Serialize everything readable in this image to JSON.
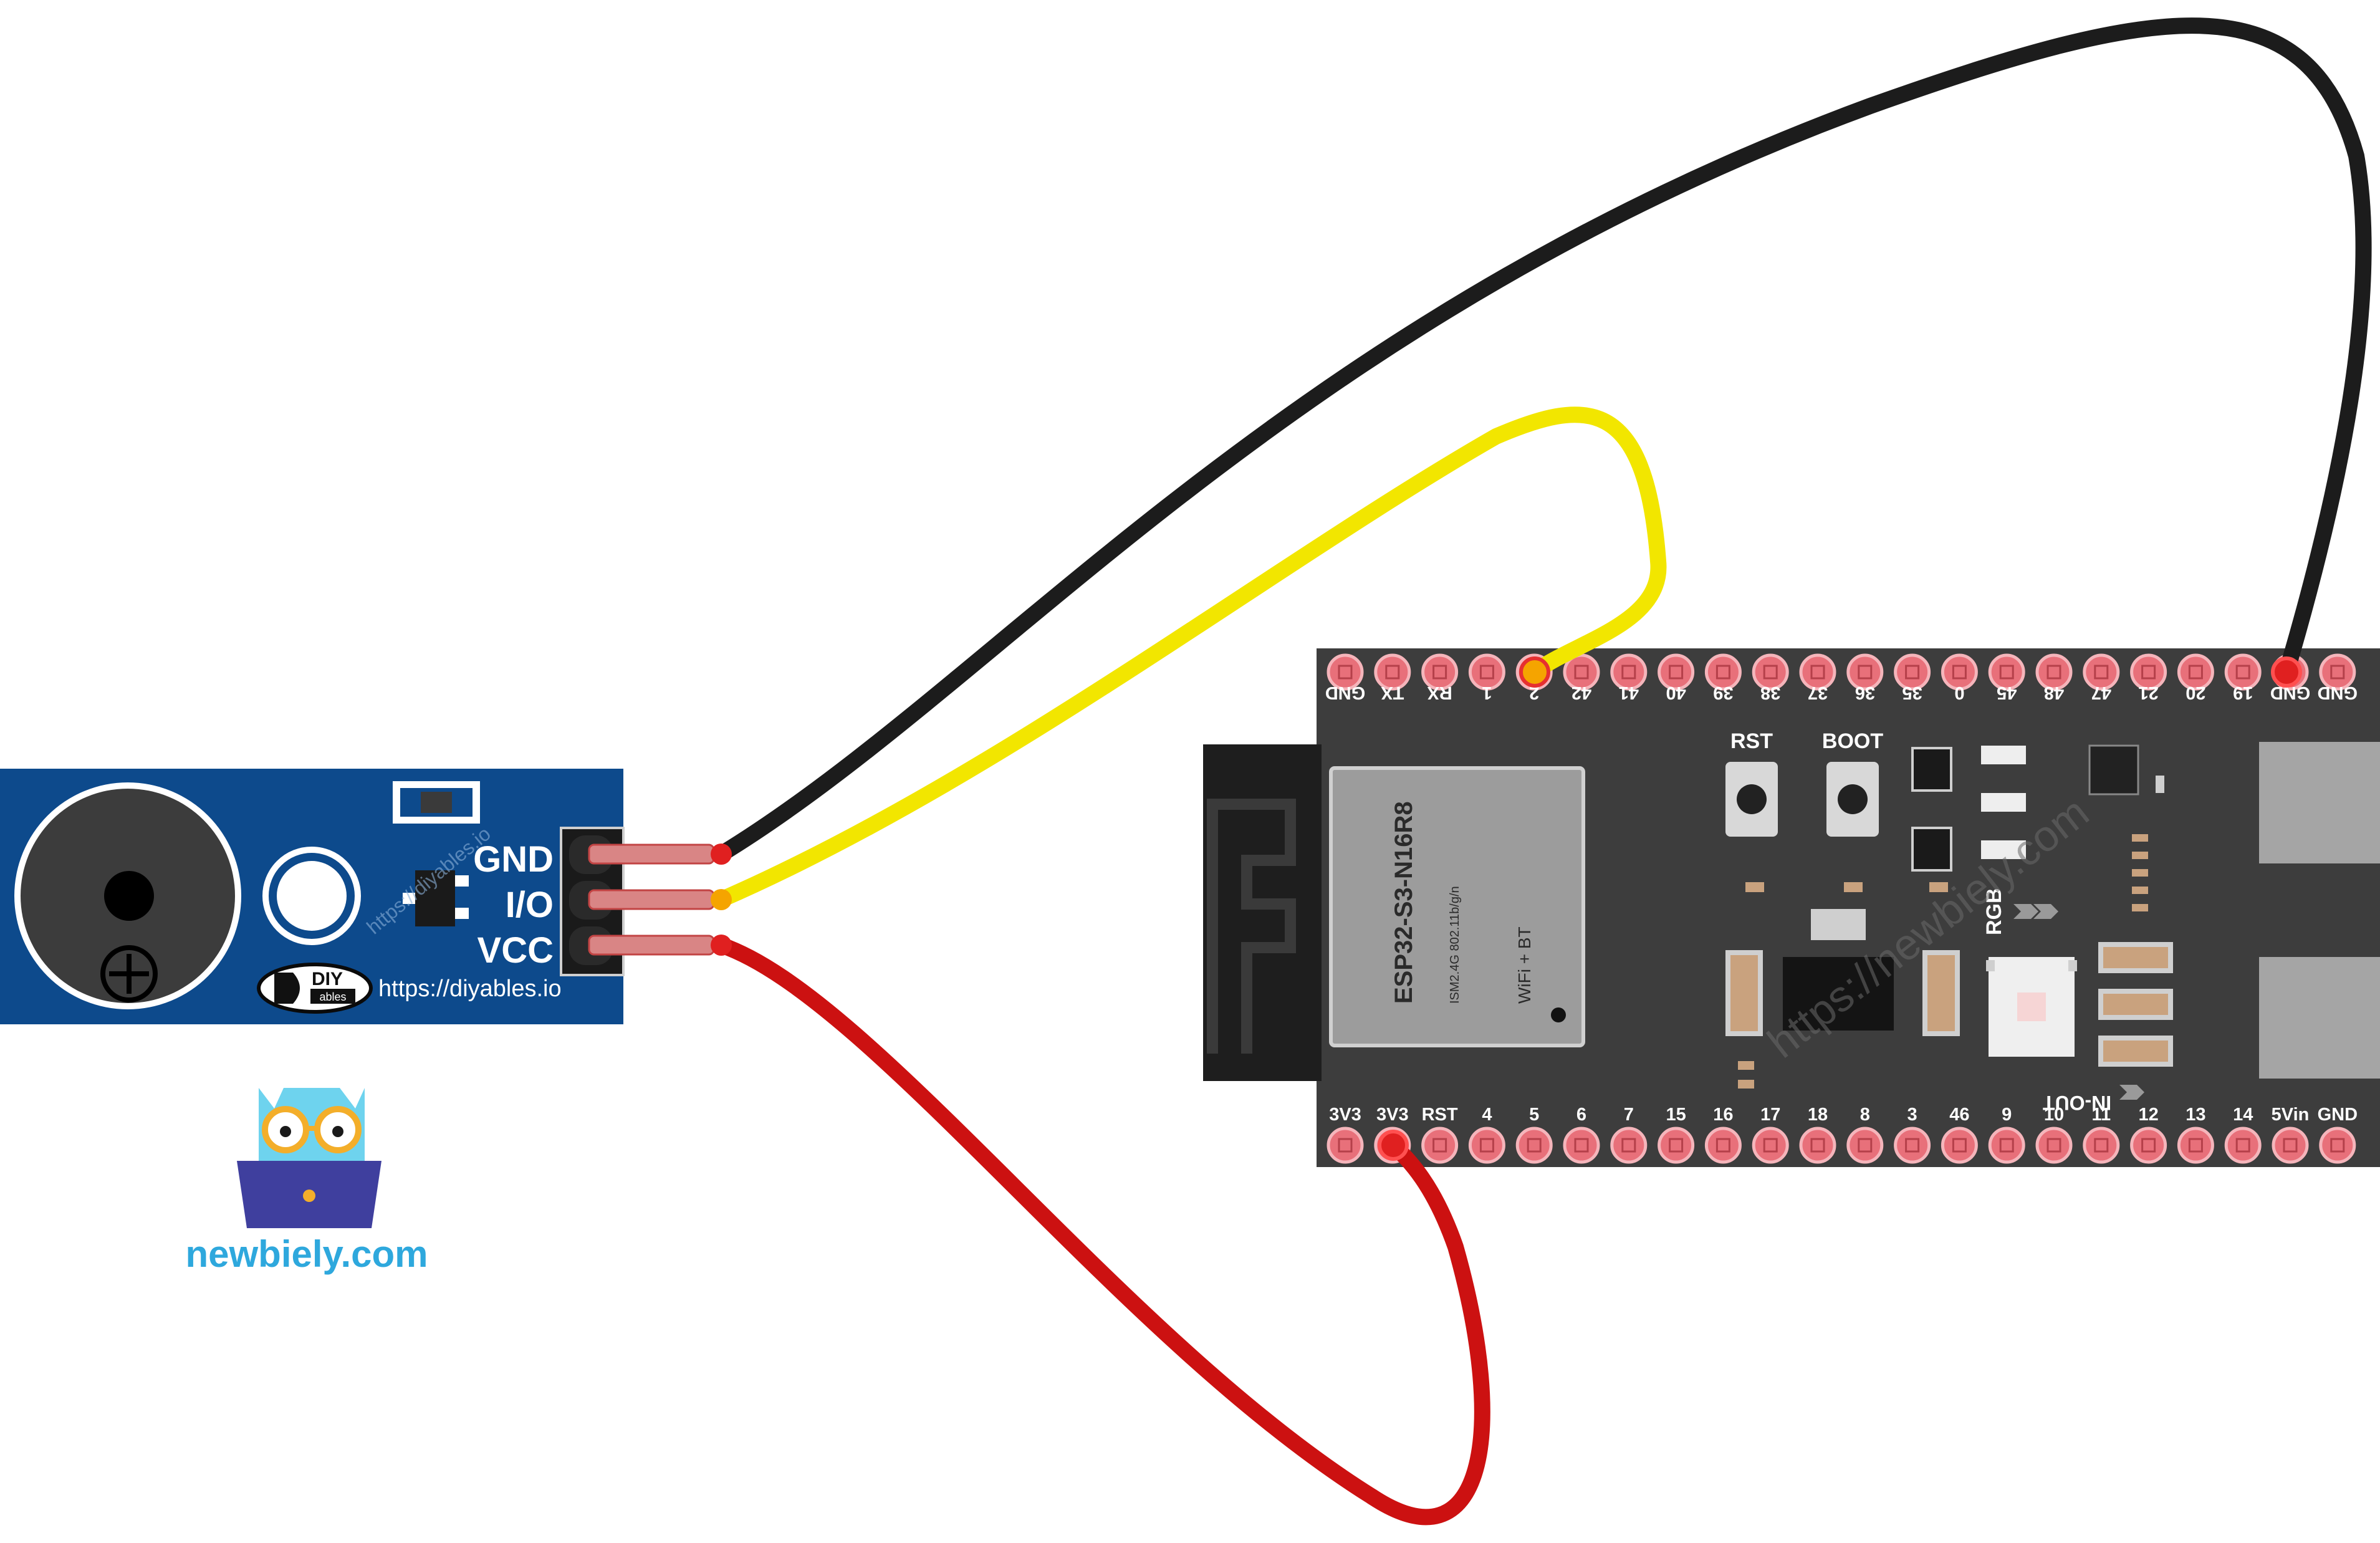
{
  "buzzer_module": {
    "pins": [
      "GND",
      "I/O",
      "VCC"
    ],
    "brand": "DIY",
    "brand_sub": "ables",
    "url": "https://diyables.io",
    "watermark": "https://diyables.io",
    "colors": {
      "board": "#0d4a8c",
      "header": "#1a1a1a"
    }
  },
  "esp32": {
    "module_label": "ESP32-S3-N16R8",
    "module_sub": "ISM2.4G 802.11b/g/n",
    "module_wifi": "WiFi + BT",
    "rst_label": "RST",
    "boot_label": "BOOT",
    "rgb_label": "RGB",
    "inout_label": "IN-OUT",
    "watermark": "https://newbiely.com",
    "top_pins": [
      "GND",
      "TX",
      "RX",
      "1",
      "2",
      "42",
      "41",
      "40",
      "39",
      "38",
      "37",
      "36",
      "35",
      "0",
      "45",
      "48",
      "47",
      "21",
      "20",
      "19",
      "GND",
      "GND"
    ],
    "bottom_pins": [
      "3V3",
      "3V3",
      "RST",
      "4",
      "5",
      "6",
      "7",
      "15",
      "16",
      "17",
      "18",
      "8",
      "3",
      "46",
      "9",
      "10",
      "11",
      "12",
      "13",
      "14",
      "5Vin",
      "GND"
    ],
    "colors": {
      "board": "#3d3d3d",
      "pin": "#e8707a"
    }
  },
  "wires": [
    {
      "name": "gnd-wire",
      "from": "GND",
      "to": "GND",
      "color": "#1c1c1c"
    },
    {
      "name": "io-wire",
      "from": "I/O",
      "to": "2",
      "color": "#f2e600"
    },
    {
      "name": "vcc-wire",
      "from": "VCC",
      "to": "3V3",
      "color": "#cc1111"
    }
  ],
  "logo": {
    "text": "newbiely.com",
    "color": "#2ea8dd"
  }
}
